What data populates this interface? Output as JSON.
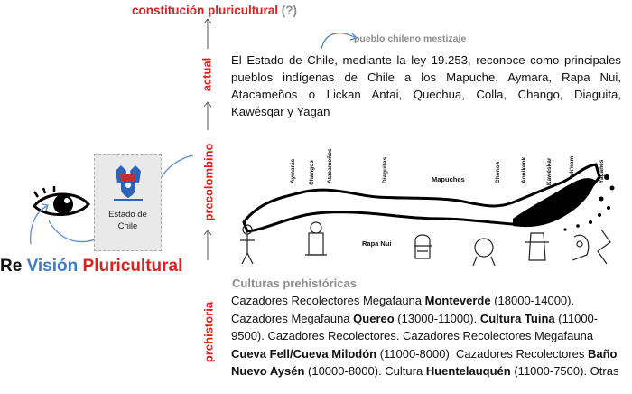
{
  "title": {
    "prefix": "Re",
    "word_vision": "Visión",
    "word_pluricultural": "Pluricultural"
  },
  "top_label": {
    "text": "constitución pluricultural",
    "suffix": "(?)"
  },
  "pueblo_label": "pueblo chileno mestizaje",
  "estado_box": {
    "line1": "Estado de",
    "line2": "Chile"
  },
  "timeline": {
    "actual": "actual",
    "precolombino": "precolombino",
    "prehistoria": "prehistoria"
  },
  "actual_text": "El Estado de Chile, mediante la ley 19.253, reconoce como principales pueblos indígenas de Chile a los Mapuche, Aymara, Rapa Nui, Atacameños o Lickan Antai, Quechua, Colla, Chango, Diaguita, Kawésqar y Yagan",
  "regions": [
    "Aymarás",
    "Changos",
    "Atacameños",
    "Diaguitas",
    "Mapuches",
    "Chonos",
    "Aonikenk",
    "Kawéskar",
    "Selk'nam",
    "Yaganes"
  ],
  "rapa_nui_label": "Rapa Nui",
  "prehistoria": {
    "heading": "Culturas prehistóricas",
    "t1": "Cazadores Recolectores Megafauna ",
    "b1": "Monteverde",
    "t2": " (18000-14000). Cazadores Megafauna ",
    "b2": "Quereo",
    "t3": " (13000-11000). ",
    "b3": "Cultura Tuina",
    "t4": " (11000-9500). Cazadores Recolectores. Cazadores Recolectores Megafauna ",
    "b4": "Cueva Fell/Cueva Milodón",
    "t5": " (11000-8000). Cazadores Recolectores ",
    "b5": "Baño Nuevo Aysén",
    "t6": " (10000-8000). Cultura ",
    "b6": "Huentelauquén",
    "t7": " (11000-7500). Otras"
  },
  "colors": {
    "red": "#e0201b",
    "blue": "#3d7cc9",
    "gray": "#8c8c8c",
    "box_bg": "#e9e9e9"
  }
}
